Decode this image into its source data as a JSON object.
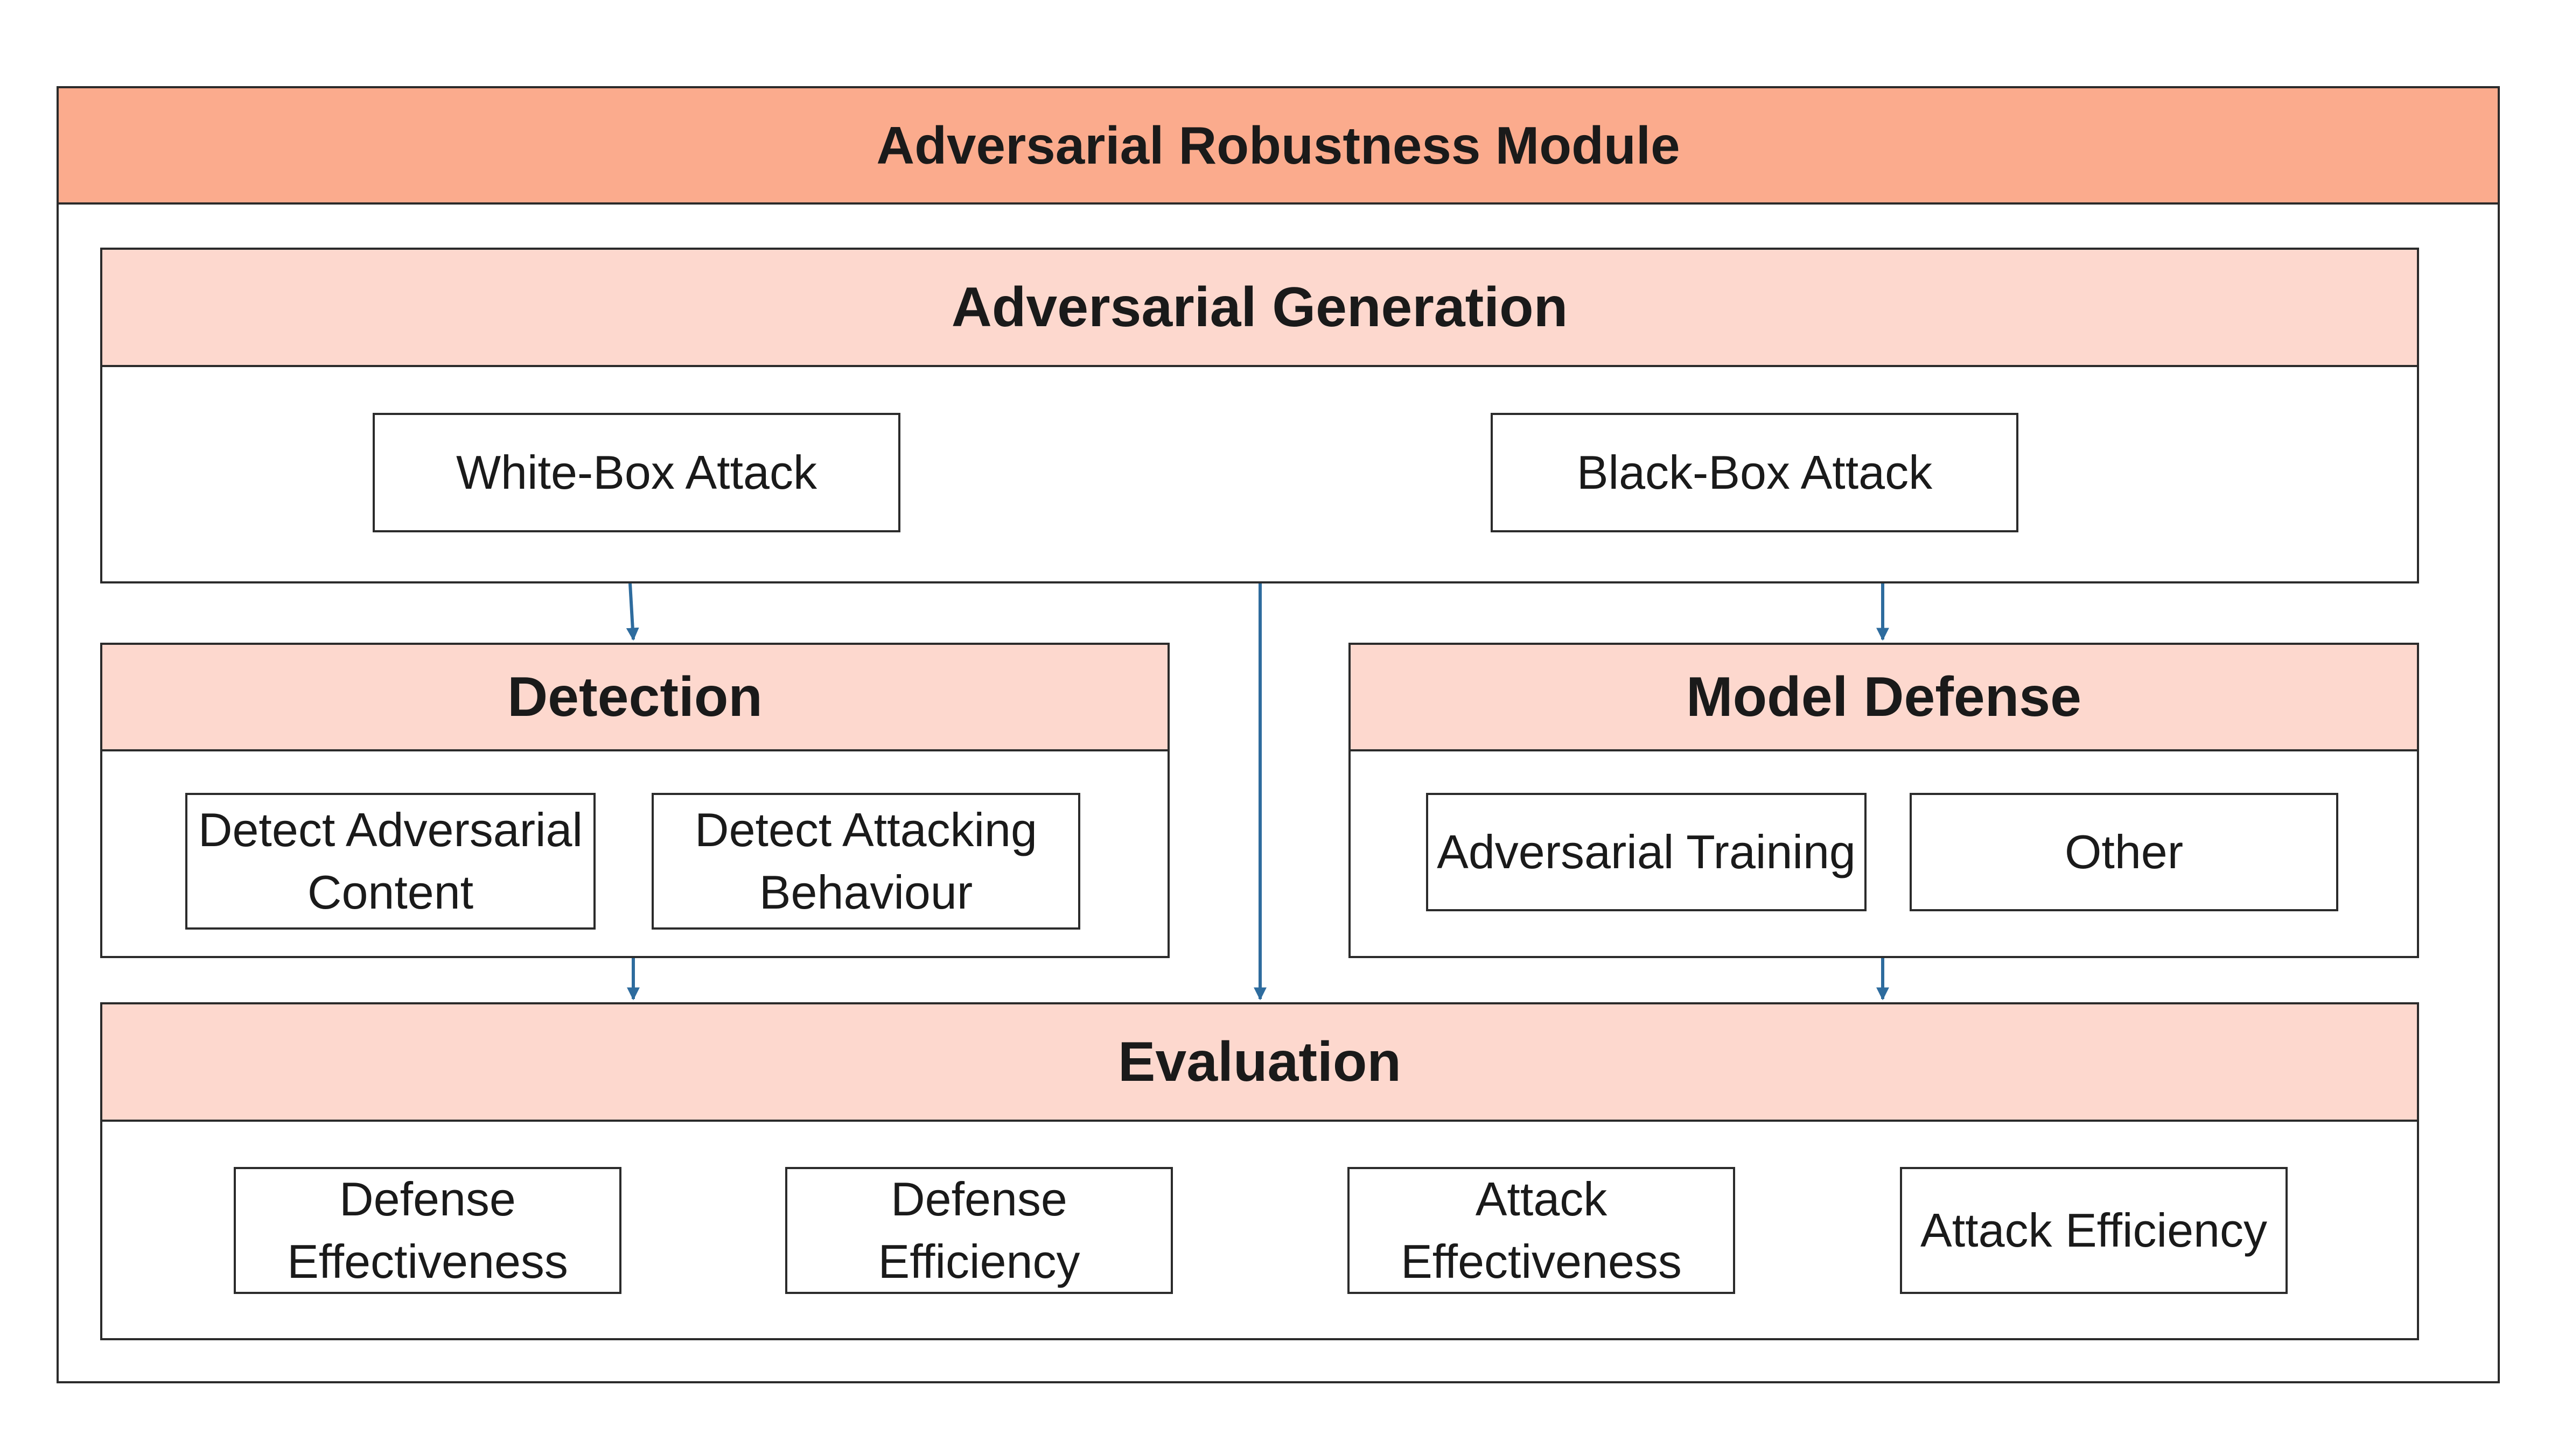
{
  "module": {
    "title": "Adversarial Robustness Module"
  },
  "generation": {
    "title": "Adversarial Generation",
    "white_box": "White-Box Attack",
    "black_box": "Black-Box Attack"
  },
  "detection": {
    "title": "Detection",
    "detect_content": "Detect Adversarial Content",
    "detect_behaviour": "Detect Attacking Behaviour"
  },
  "defense": {
    "title": "Model Defense",
    "adversarial_training": "Adversarial Training",
    "other": "Other"
  },
  "evaluation": {
    "title": "Evaluation",
    "defense_effectiveness": "Defense Effectiveness",
    "defense_efficiency": "Defense Efficiency",
    "attack_effectiveness": "Attack Effectiveness",
    "attack_efficiency": "Attack Efficiency"
  },
  "colors": {
    "module_header": "#fbab8d",
    "section_header": "#fdd8ce",
    "border": "#2b2b2b",
    "arrow": "#2e6c9e"
  }
}
